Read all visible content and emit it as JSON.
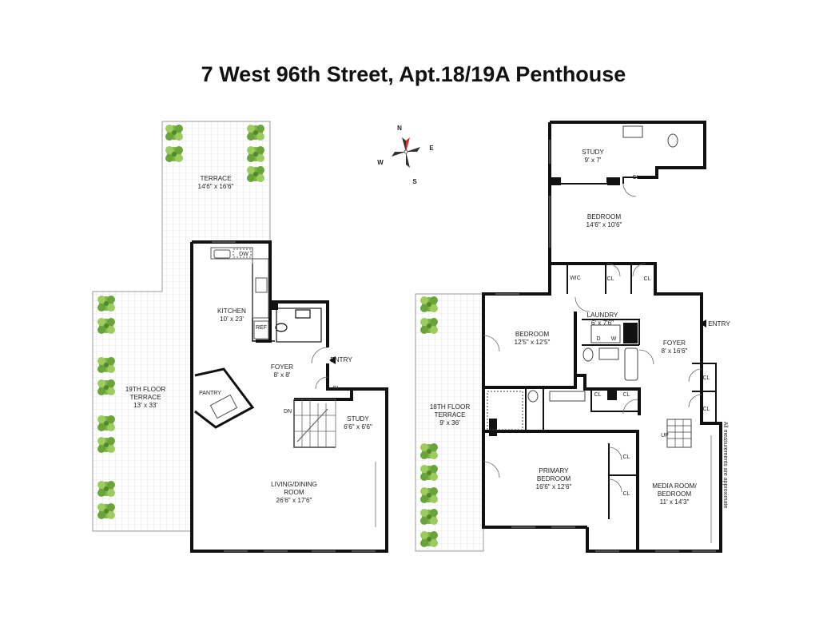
{
  "title": "7 West 96th Street, Apt.18/19A Penthouse",
  "compass": {
    "n": "N",
    "e": "E",
    "s": "S",
    "w": "W"
  },
  "upper_floor": {
    "terrace": {
      "name": "TERRACE",
      "size": "14'6\" x 16'6\""
    },
    "terrace_19": {
      "name": "19TH FLOOR",
      "name2": "TERRACE",
      "size": "13' x 33'"
    },
    "kitchen": {
      "name": "KITCHEN",
      "size": "10' x 23'"
    },
    "dw": "DW",
    "ref": "REF",
    "foyer": {
      "name": "FOYER",
      "size": "8' x 8'"
    },
    "entry": "ENTRY",
    "cl": "CL",
    "pantry": "PANTRY",
    "dn": "DN",
    "study": {
      "name": "STUDY",
      "size": "6'6\" x 6'6\""
    },
    "living": {
      "name": "LIVING/DINING",
      "name2": "ROOM",
      "size": "26'6\" x 17'6\""
    }
  },
  "lower_floor": {
    "study": {
      "name": "STUDY",
      "size": "9' x 7'"
    },
    "cl_top": "CL",
    "bedroom_top": {
      "name": "BEDROOM",
      "size": "14'6\" x 10'6\""
    },
    "wic": "WIC",
    "cl_a": "CL",
    "cl_b": "CL",
    "laundry": {
      "name": "LAUNDRY",
      "size": "6' x 7'6\""
    },
    "d": "D",
    "w": "W",
    "entry": "ENTRY",
    "foyer": {
      "name": "FOYER",
      "size": "8' x 16'6\""
    },
    "bedroom": {
      "name": "BEDROOM",
      "size": "12'5\" x 12'5\""
    },
    "terrace_18": {
      "name": "18TH FLOOR",
      "name2": "TERRACE",
      "size": "9' x 36'"
    },
    "cl_c": "CL",
    "cl_d": "CL",
    "cl_e": "CL",
    "cl_f": "CL",
    "cl_g": "CL",
    "cl_h": "CL",
    "up": "UP",
    "primary": {
      "name": "PRIMARY",
      "name2": "BEDROOM",
      "size": "16'6\" x 12'6\""
    },
    "media": {
      "name": "MEDIA ROOM/",
      "name2": "BEDROOM",
      "size": "11' x 14'3\""
    },
    "note": "All measurements are approximate"
  }
}
